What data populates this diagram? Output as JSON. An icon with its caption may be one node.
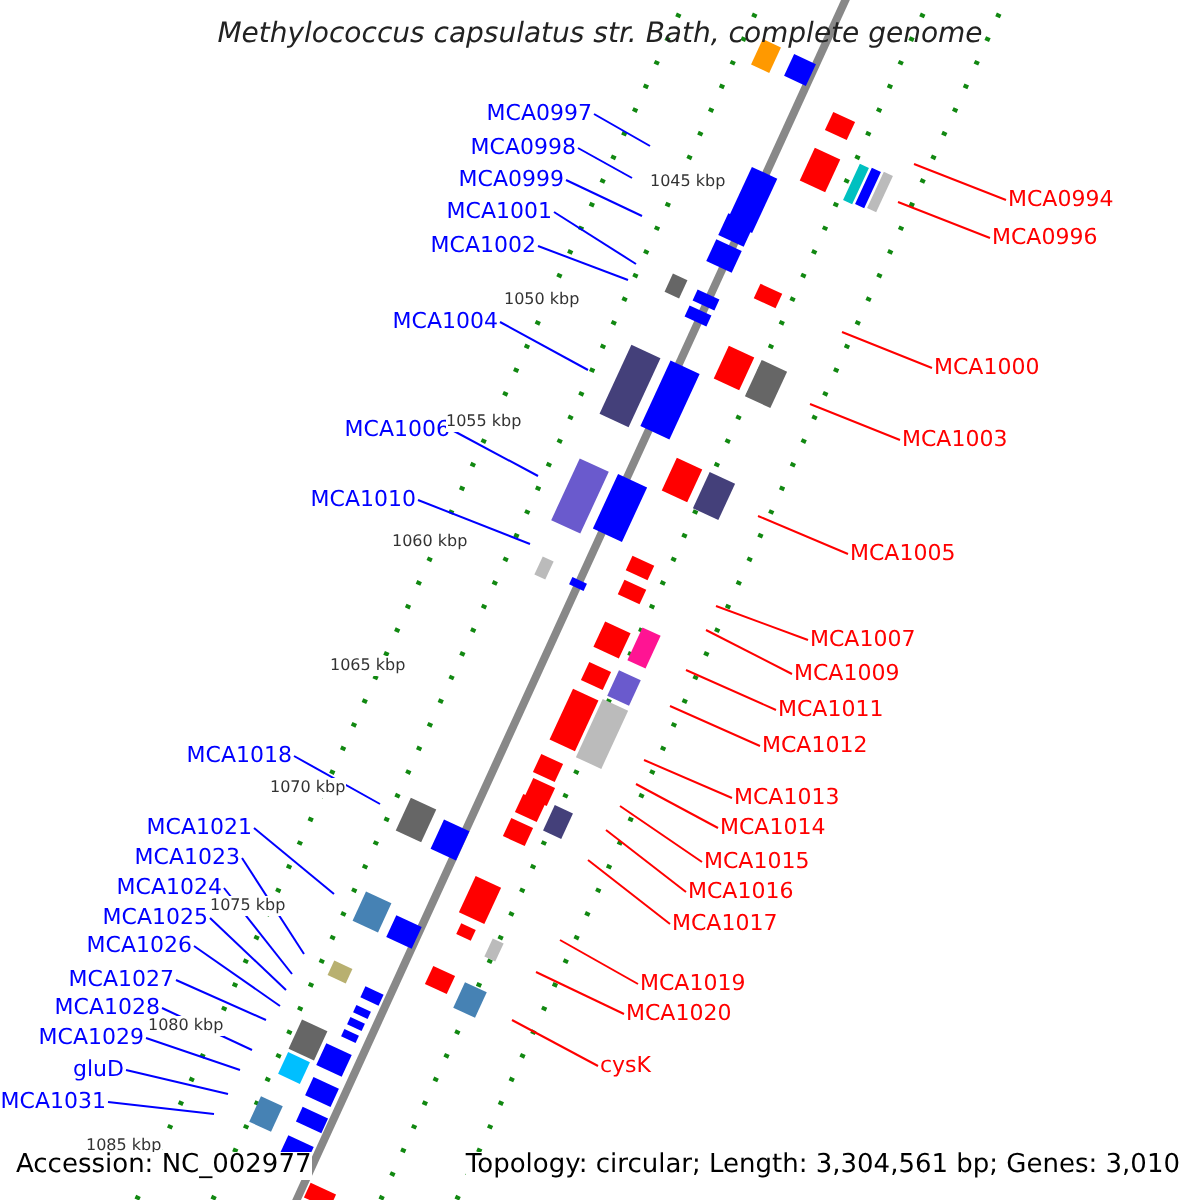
{
  "diagram": {
    "title": "Methylococcus capsulatus str. Bath, complete genome",
    "nodes": [
      {
        "text": [
          "MCA0997"
        ]
      },
      {
        "text": [
          "MCA0998"
        ]
      },
      {
        "text": [
          "MCA0999"
        ]
      },
      {
        "text": [
          "MCA1001"
        ]
      },
      {
        "text": [
          "MCA1002"
        ]
      },
      {
        "text": [
          "MCA1004"
        ]
      },
      {
        "text": [
          "MCA1006"
        ]
      },
      {
        "text": [
          "MCA1010"
        ]
      },
      {
        "text": [
          "MCA1018"
        ]
      },
      {
        "text": [
          "MCA1021"
        ]
      },
      {
        "text": [
          "MCA1023"
        ]
      },
      {
        "text": [
          "MCA1024"
        ]
      },
      {
        "text": [
          "MCA1025"
        ]
      },
      {
        "text": [
          "MCA1026"
        ]
      },
      {
        "text": [
          "MCA1027"
        ]
      },
      {
        "text": [
          "MCA1028"
        ]
      },
      {
        "text": [
          "MCA1029"
        ]
      },
      {
        "text": [
          "gluD"
        ]
      },
      {
        "text": [
          "MCA1031"
        ]
      },
      {
        "text": [
          "MCA0994"
        ]
      },
      {
        "text": [
          "MCA0996"
        ]
      },
      {
        "text": [
          "MCA1000"
        ]
      },
      {
        "text": [
          "MCA1003"
        ]
      },
      {
        "text": [
          "MCA1005"
        ]
      },
      {
        "text": [
          "MCA1007"
        ]
      },
      {
        "text": [
          "MCA1009"
        ]
      },
      {
        "text": [
          "MCA1011"
        ]
      },
      {
        "text": [
          "MCA1012"
        ]
      },
      {
        "text": [
          "MCA1013"
        ]
      },
      {
        "text": [
          "MCA1014"
        ]
      },
      {
        "text": [
          "MCA1015"
        ]
      },
      {
        "text": [
          "MCA1016"
        ]
      },
      {
        "text": [
          "MCA1017"
        ]
      },
      {
        "text": [
          "MCA1019"
        ]
      },
      {
        "text": [
          "MCA1020"
        ]
      },
      {
        "text": [
          "cysK"
        ]
      }
    ],
    "edges": [
      {
        "from": 0,
        "to": null,
        "arrow": "none"
      },
      {
        "from": 1,
        "to": null,
        "arrow": "none"
      },
      {
        "from": 2,
        "to": null,
        "arrow": "none"
      },
      {
        "from": 3,
        "to": null,
        "arrow": "none"
      },
      {
        "from": 4,
        "to": null,
        "arrow": "none"
      },
      {
        "from": 5,
        "to": null,
        "arrow": "none"
      },
      {
        "from": 6,
        "to": null,
        "arrow": "none"
      },
      {
        "from": 7,
        "to": null,
        "arrow": "none"
      },
      {
        "from": 8,
        "to": null,
        "arrow": "none"
      },
      {
        "from": 9,
        "to": null,
        "arrow": "none"
      },
      {
        "from": 10,
        "to": null,
        "arrow": "none"
      },
      {
        "from": 11,
        "to": null,
        "arrow": "none"
      },
      {
        "from": 12,
        "to": null,
        "arrow": "none"
      },
      {
        "from": 13,
        "to": null,
        "arrow": "none"
      },
      {
        "from": 14,
        "to": null,
        "arrow": "none"
      },
      {
        "from": 15,
        "to": null,
        "arrow": "none"
      },
      {
        "from": 16,
        "to": null,
        "arrow": "none"
      },
      {
        "from": 17,
        "to": null,
        "arrow": "none"
      },
      {
        "from": 18,
        "to": null,
        "arrow": "none"
      },
      {
        "from": 19,
        "to": null,
        "arrow": "none",
        "color": "#ff0000"
      },
      {
        "from": 20,
        "to": null,
        "arrow": "none",
        "color": "#ff0000"
      },
      {
        "from": 21,
        "to": null,
        "arrow": "none",
        "color": "#ff0000"
      },
      {
        "from": 22,
        "to": null,
        "arrow": "none",
        "color": "#ff0000"
      },
      {
        "from": 23,
        "to": null,
        "arrow": "none",
        "color": "#ff0000"
      },
      {
        "from": 24,
        "to": null,
        "arrow": "none",
        "color": "#ff0000"
      },
      {
        "from": 25,
        "to": null,
        "arrow": "none",
        "color": "#ff0000"
      },
      {
        "from": 26,
        "to": null,
        "arrow": "none",
        "color": "#ff0000"
      },
      {
        "from": 27,
        "to": null,
        "arrow": "none",
        "color": "#ff0000"
      },
      {
        "from": 28,
        "to": null,
        "arrow": "none",
        "color": "#ff0000"
      },
      {
        "from": 29,
        "to": null,
        "arrow": "none",
        "color": "#ff0000"
      },
      {
        "from": 30,
        "to": null,
        "arrow": "none",
        "color": "#ff0000"
      },
      {
        "from": 31,
        "to": null,
        "arrow": "none",
        "color": "#ff0000"
      },
      {
        "from": 32,
        "to": null,
        "arrow": "none",
        "color": "#ff0000"
      },
      {
        "from": 33,
        "to": null,
        "arrow": "none",
        "color": "#ff0000"
      },
      {
        "from": 34,
        "to": null,
        "arrow": "none",
        "color": "#ff0000"
      },
      {
        "from": 35,
        "to": null,
        "arrow": "none",
        "color": "#ff0000"
      }
    ],
    "labels": [
      "1045 kbp",
      "1050 kbp",
      "1055 kbp",
      "1060 kbp",
      "1065 kbp",
      "1070 kbp",
      "1075 kbp",
      "1080 kbp",
      "1085 kbp",
      "Accession: NC_002977",
      "Topology: circular; Length: 3,304,561 bp; Genes: 3,010"
    ]
  }
}
